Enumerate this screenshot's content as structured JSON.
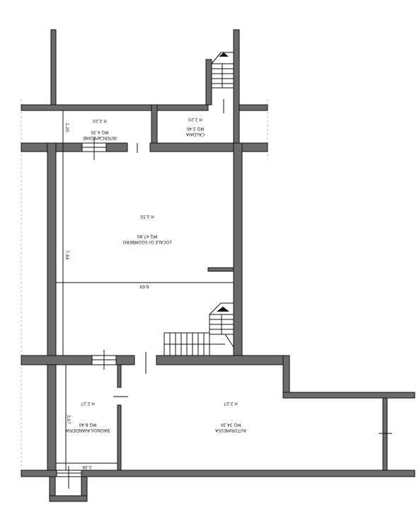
{
  "labels": {
    "intercapedine": {
      "name": "INTERCAPEDINE",
      "area": "MQ 4,30",
      "height": "H 2,20",
      "dim": "1,20"
    },
    "caldaia": {
      "name": "CALDAIA",
      "area": "MQ 3,40",
      "height": "H 2,20"
    },
    "sgombero": {
      "name": "LOCALE DI SGOMBERO",
      "area": "MQ 47,80",
      "height": "H 2,55",
      "dim_v": "7,44",
      "dim_h": "6,69"
    },
    "bagno": {
      "name": "BAGNO/LAVANDERIA",
      "area": "MQ 8,40",
      "height": "H 2,27",
      "dim_v": "3,97",
      "dim_h": "2,36"
    },
    "autorimessa": {
      "name": "AUTORIMESSA",
      "area": "MQ 34,30",
      "height": "H 2,27"
    }
  }
}
